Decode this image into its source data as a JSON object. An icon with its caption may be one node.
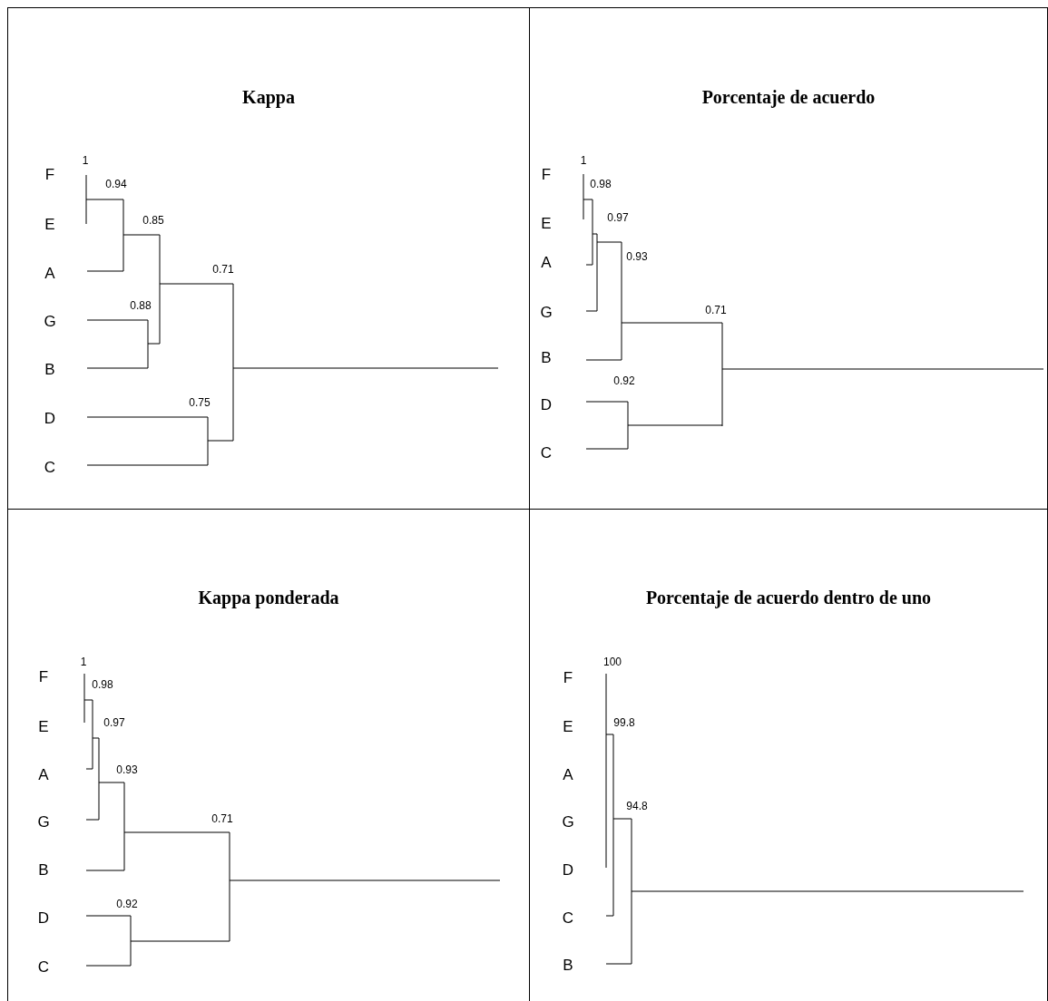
{
  "diagram": {
    "nodes": [
      {
        "text": [
          "Kappa"
        ]
      },
      {
        "text": [
          "Porcentaje de acuerdo"
        ]
      },
      {
        "text": [
          "Kappa ponderada"
        ]
      },
      {
        "text": [
          "Porcentaje de acuerdo dentro de uno"
        ]
      }
    ],
    "labels": [
      "1",
      "F",
      "0.94",
      "0.85",
      "E",
      "0.71",
      "A",
      "0.88",
      "G",
      "B",
      "0.75",
      "D",
      "C",
      "1",
      "F",
      "0.98",
      "0.97",
      "E",
      "A",
      "0.93",
      "0.71",
      "G",
      "B",
      "0.92",
      "D",
      "C",
      "1",
      "F",
      "0.98",
      "0.97",
      "E",
      "0.93",
      "A",
      "0.71",
      "G",
      "B",
      "0.92",
      "D",
      "C",
      "100",
      "F",
      "99.8",
      "E",
      "A",
      "94.8",
      "G",
      "D",
      "C",
      "B"
    ]
  }
}
